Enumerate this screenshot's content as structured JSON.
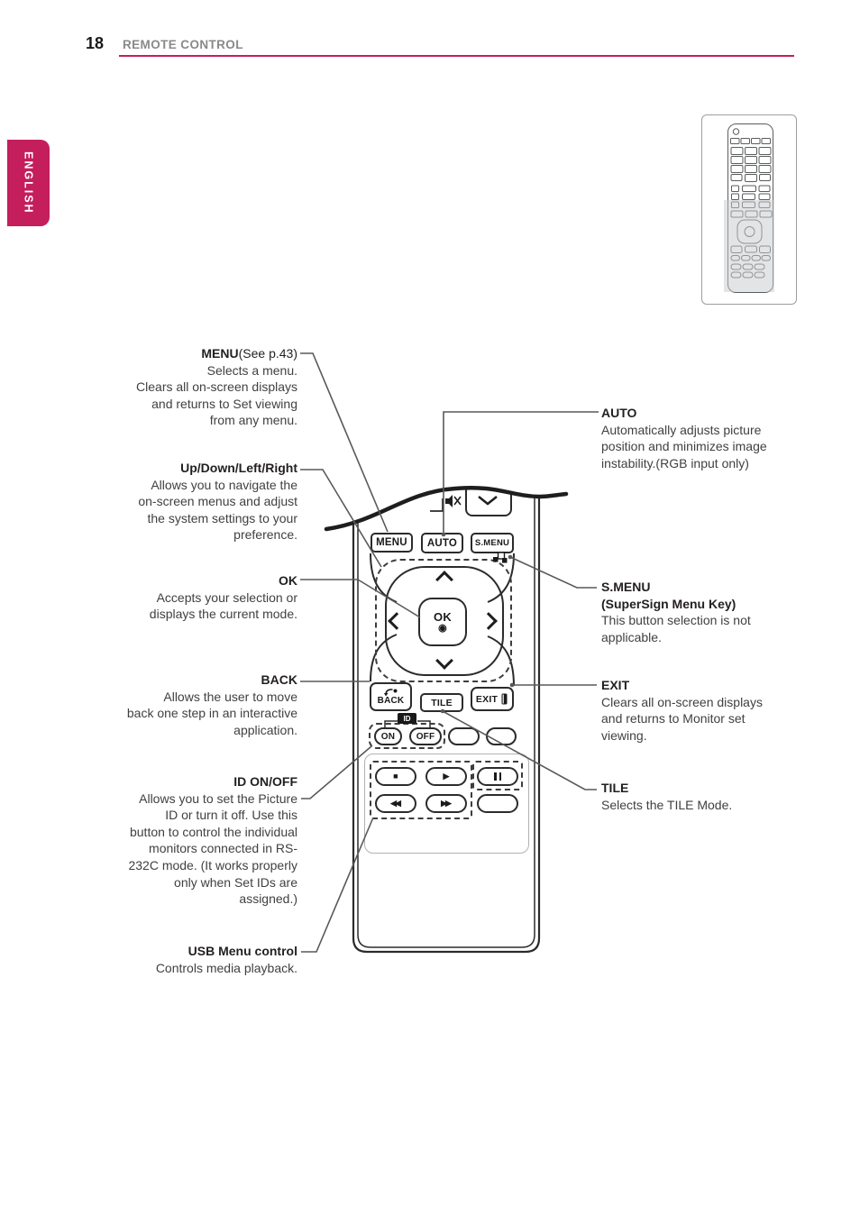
{
  "page": {
    "number": "18",
    "section_title": "REMOTE CONTROL",
    "language_tab": "ENGLISH"
  },
  "colors": {
    "accent_pink": "#c41e5d",
    "header_gray": "#87898b",
    "line_ink": "#2b2b2b",
    "callout_line": "#58595b",
    "text": "#414042"
  },
  "remote_diagram": {
    "buttons": {
      "menu": "MENU",
      "auto": "AUTO",
      "smenu": "S.MENU",
      "ok": "OK",
      "back": "BACK",
      "tile": "TILE",
      "exit": "EXIT",
      "id_badge": "ID",
      "on": "ON",
      "off": "OFF"
    }
  },
  "icons": {
    "ok_target": "◉",
    "stop": "■",
    "play": "▶",
    "rewind": "◀◀",
    "fast_forward": "▶▶",
    "pause": "double-bar",
    "mute": "muted-speaker",
    "volume_down": "chevron-down",
    "back_arrow": "curved-return-arrow",
    "exit_door": "door-panel",
    "smenu_key": "supersign-squares"
  },
  "callouts": {
    "menu": {
      "title": "MENU",
      "title_suffix": "(See p.43)",
      "lines": [
        "Selects a menu.",
        "Clears all on-screen displays",
        "and returns to Set viewing",
        "from any menu."
      ]
    },
    "updown": {
      "title": "Up/Down/Left/Right",
      "lines": [
        "Allows you to navigate the",
        "on-screen menus and adjust",
        "the system settings to your",
        "preference."
      ]
    },
    "ok": {
      "title": "OK",
      "lines": [
        "Accepts your selection or",
        "displays the current mode."
      ]
    },
    "back": {
      "title": "BACK",
      "lines": [
        "Allows the user to move",
        "back one step in an interactive",
        "application."
      ]
    },
    "id": {
      "title": "ID ON/OFF",
      "lines": [
        "Allows you to set the Picture",
        "ID or turn it off. Use this",
        "button to control the individual",
        "monitors connected in RS-",
        "232C mode. (It works properly",
        "only when Set IDs are",
        "assigned.)"
      ]
    },
    "usb": {
      "title": "USB Menu control",
      "lines": [
        "Controls media playback."
      ]
    },
    "auto": {
      "title": "AUTO",
      "lines": [
        "Automatically adjusts picture",
        "position and minimizes image",
        "instability.(RGB input only)"
      ]
    },
    "smenu": {
      "title": "S.MENU",
      "subtitle": "(SuperSign Menu Key)",
      "lines": [
        "This button selection is not",
        "applicable."
      ]
    },
    "exit": {
      "title": "EXIT",
      "lines": [
        "Clears all on-screen displays",
        "and returns to Monitor set",
        "viewing."
      ]
    },
    "tile": {
      "title": "TILE",
      "lines": [
        "Selects the TILE Mode."
      ]
    }
  }
}
